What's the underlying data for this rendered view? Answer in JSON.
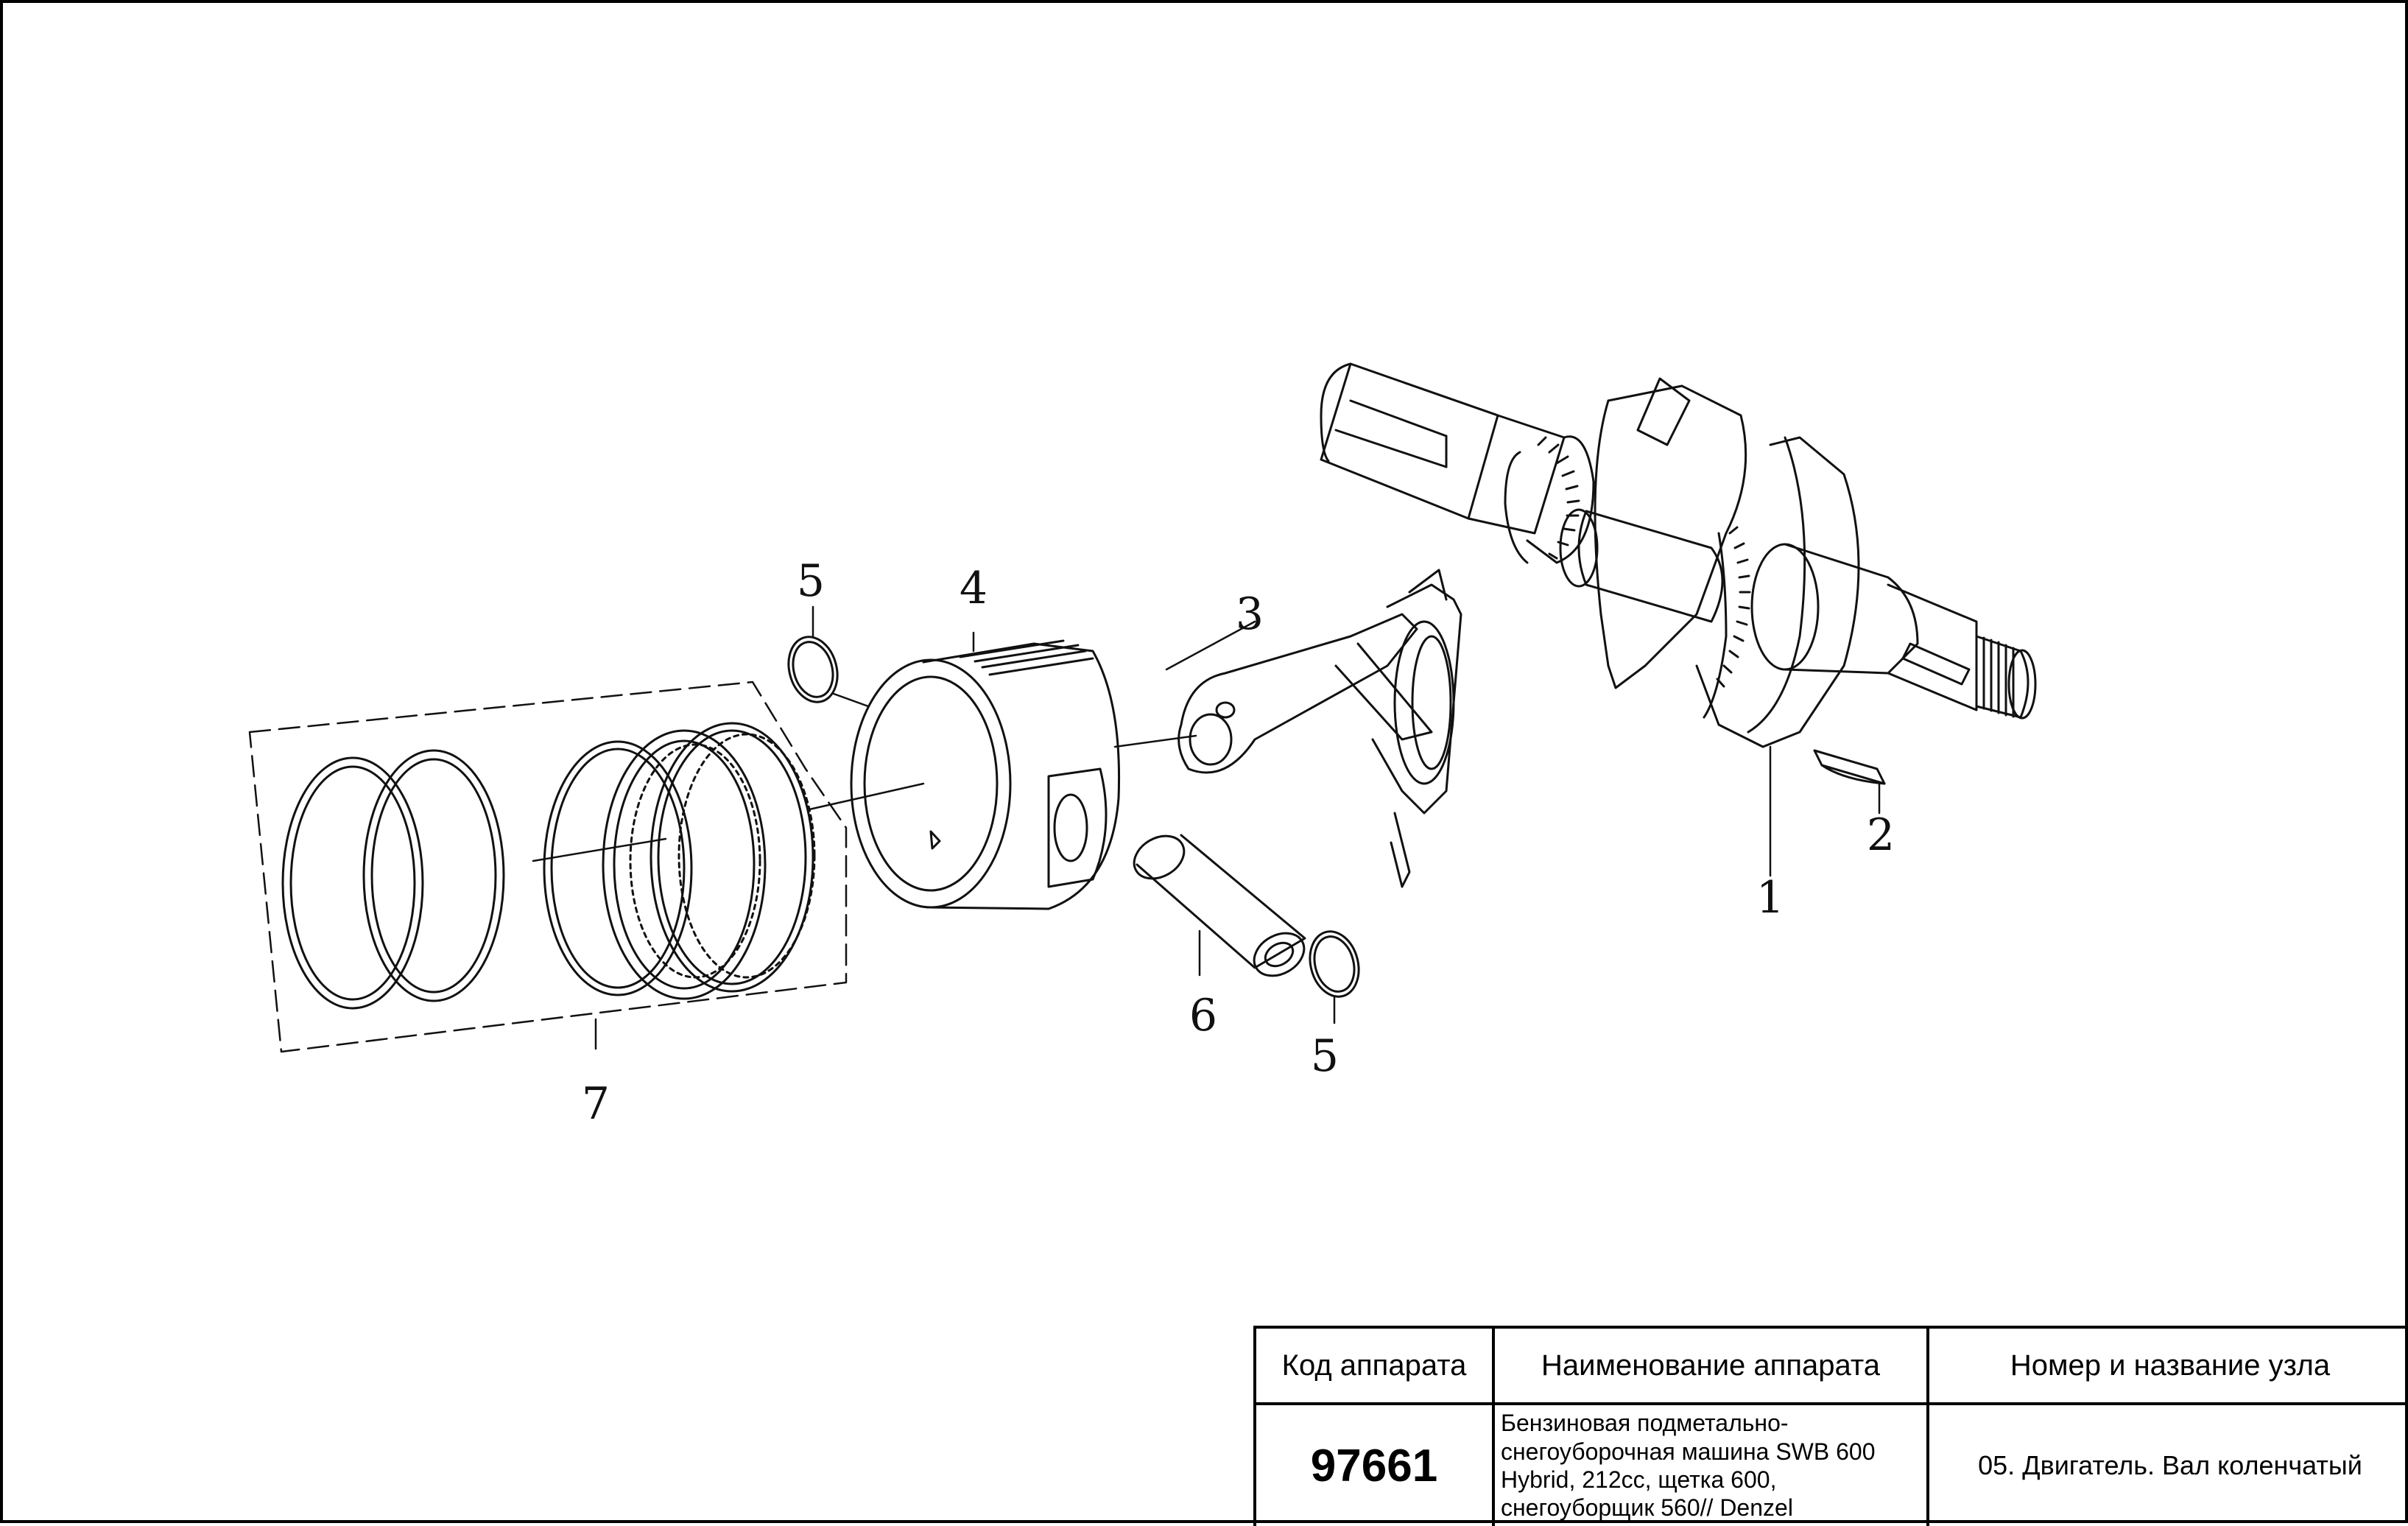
{
  "title_block": {
    "code_header": "Код аппарата",
    "name_header": "Наименование аппарата",
    "unit_header": "Номер и название узла",
    "code_value": "97661",
    "name_lines": [
      "Бензиновая подметально-",
      "снегоуборочная машина SWB 600",
      "Hybrid, 212cc, щетка 600,",
      "снегоуборщик 560// Denzel"
    ],
    "unit_value": "05. Двигатель. Вал коленчатый"
  },
  "callouts": {
    "c1": "1",
    "c2": "2",
    "c3": "3",
    "c4": "4",
    "c5a": "5",
    "c5b": "5",
    "c6": "6",
    "c7": "7"
  },
  "colors": {
    "ink": "#111111",
    "paper": "#ffffff"
  },
  "icons": [
    "crankshaft-icon",
    "woodruff-key-icon",
    "connecting-rod-icon",
    "piston-icon",
    "circlip-icon",
    "piston-pin-icon",
    "piston-ring-set-icon"
  ]
}
